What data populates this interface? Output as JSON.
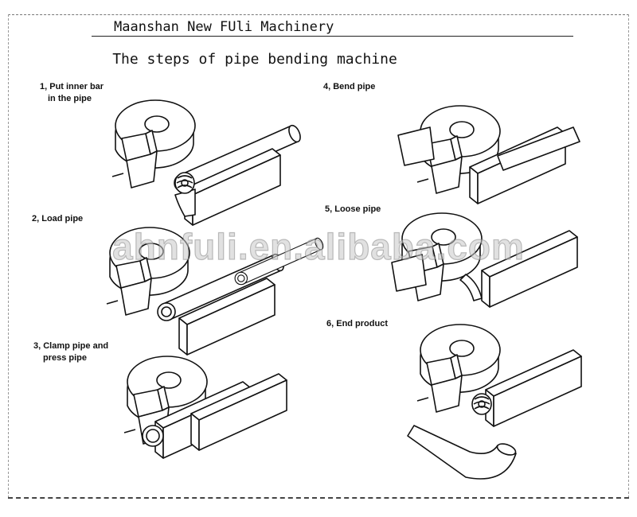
{
  "header": {
    "company": "Maanshan New FUli Machinery",
    "title": "The steps of pipe bending machine"
  },
  "steps": [
    {
      "line1": "1, Put inner bar",
      "line2": "in the pipe"
    },
    {
      "line1": "2, Load pipe",
      "line2": ""
    },
    {
      "line1": "3, Clamp pipe and",
      "line2": "press pipe"
    },
    {
      "line1": "4, Bend pipe",
      "line2": ""
    },
    {
      "line1": "5, Loose pipe",
      "line2": ""
    },
    {
      "line1": "6, End product",
      "line2": ""
    }
  ],
  "watermark": "ahnfuli.en.alibaba.com"
}
